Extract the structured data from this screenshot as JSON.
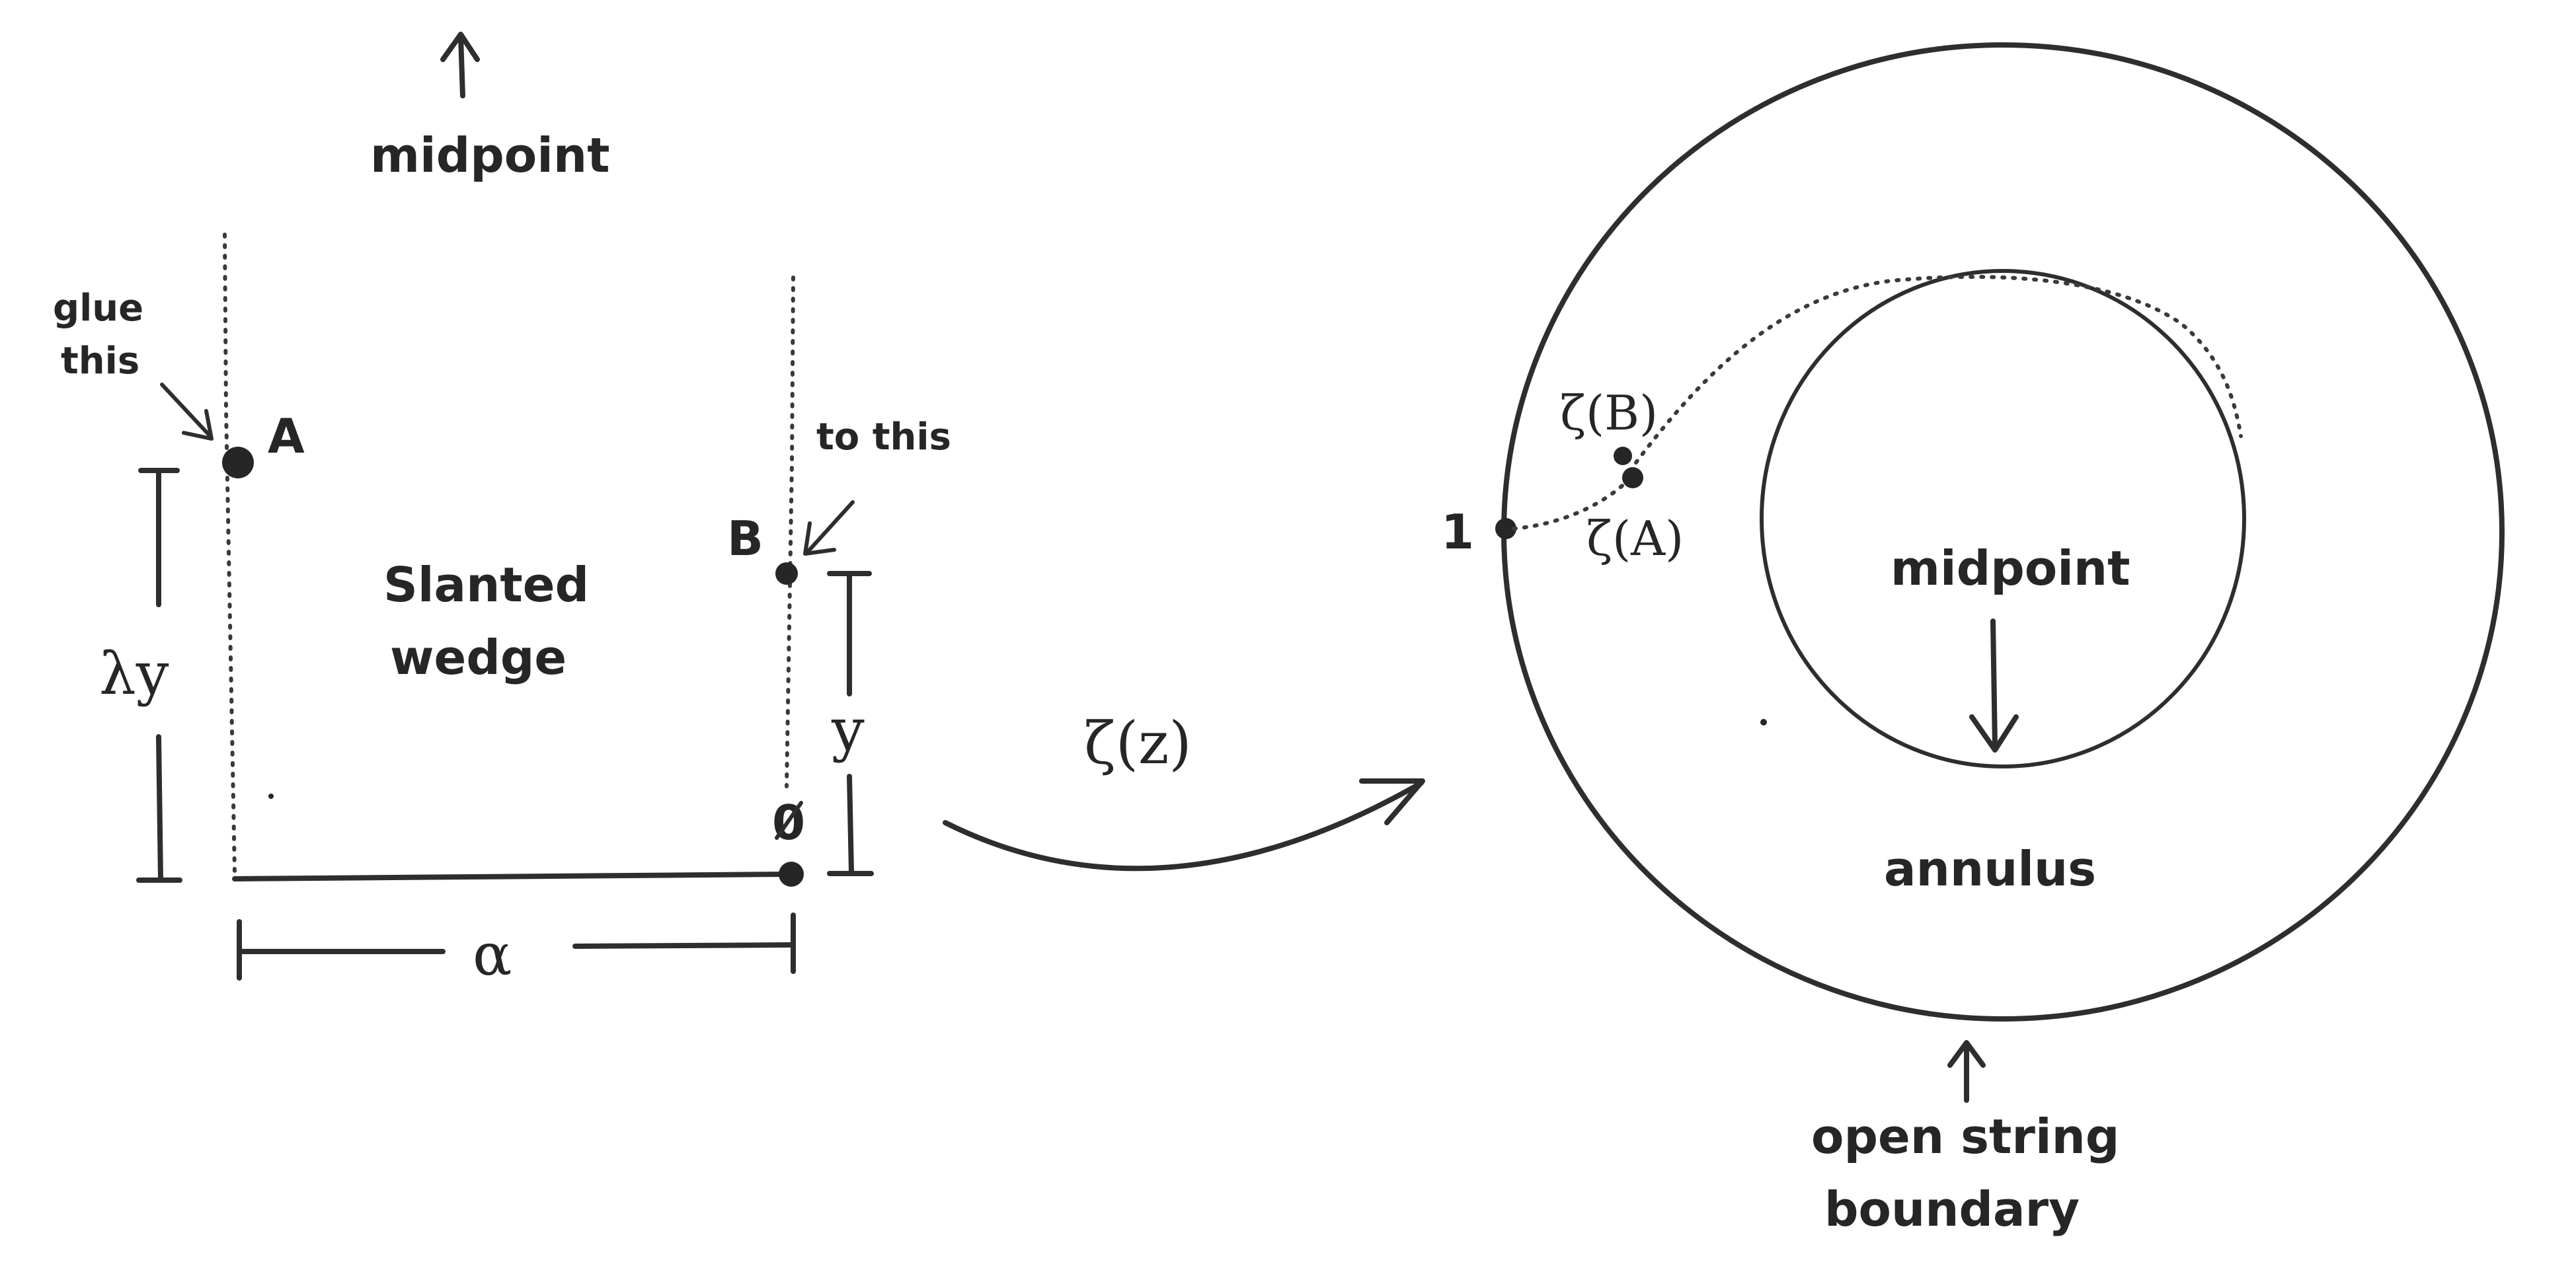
{
  "wedge": {
    "top_arrow_label": "midpoint",
    "glue_label_line1": "glue",
    "glue_label_line2": "this",
    "point_a_label": "A",
    "point_b_label": "B",
    "to_this_label": "to this",
    "body_label_line1": "Slanted",
    "body_label_line2": "wedge",
    "lambda_y_label": "λy",
    "y_label": "y",
    "zero_label": "0",
    "alpha_label": "α"
  },
  "map": {
    "label": "ζ(z)"
  },
  "annulus": {
    "one_label": "1",
    "zeta_b_label": "ζ(B)",
    "zeta_a_label": "ζ(A)",
    "inner_midpoint_label": "midpoint",
    "body_label": "annulus",
    "boundary_label_line1": "open string",
    "boundary_label_line2": "boundary"
  }
}
